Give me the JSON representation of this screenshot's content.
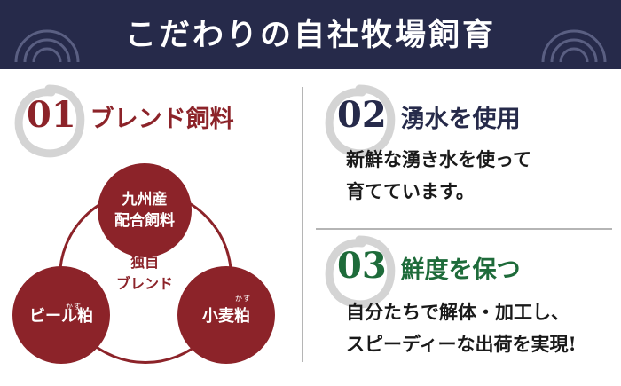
{
  "header": {
    "title": "こだわりの自社牧場飼育"
  },
  "sections": [
    {
      "number": "01",
      "label": "ブレンド飼料",
      "color": "#8c2329"
    },
    {
      "number": "02",
      "label": "湧水を使用",
      "color": "#262a4a",
      "lines": [
        "新鮮な湧き水を使って",
        "育てています。"
      ]
    },
    {
      "number": "03",
      "label": "鮮度を保つ",
      "color": "#1e6b3a",
      "lines": [
        "自分たちで解体・加工し、",
        "スピーディーな出荷を実現!"
      ]
    }
  ],
  "diagram": {
    "top": [
      "九州産",
      "配合飼料"
    ],
    "left": "ビール粕",
    "right": "小麦粕",
    "ruby": "かす",
    "center": [
      "独自",
      "ブレンド"
    ]
  },
  "colors": {
    "navy": "#262a4a",
    "crimson": "#8c2329",
    "green": "#1e6b3a"
  }
}
